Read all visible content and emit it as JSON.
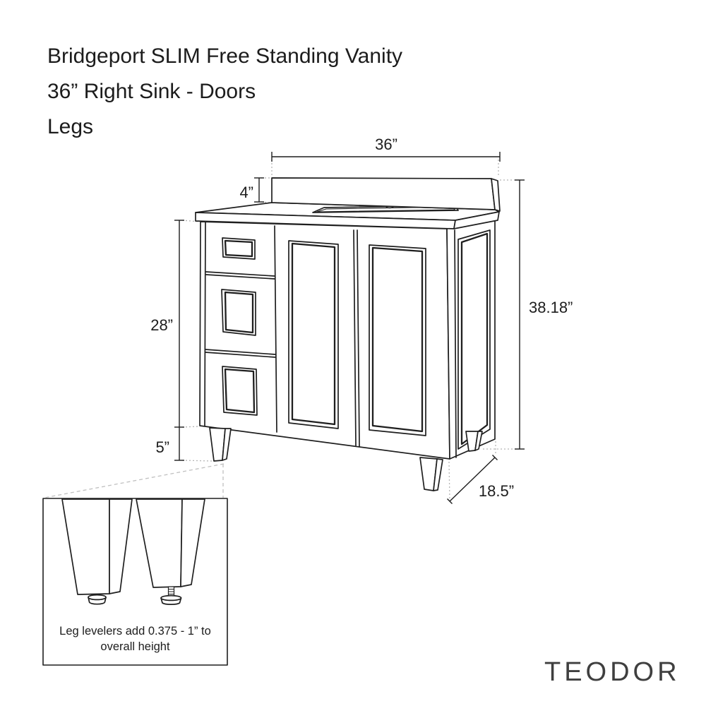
{
  "title": {
    "lines": [
      "Bridgeport SLIM Free Standing Vanity",
      "36” Right Sink - Doors",
      "Legs"
    ]
  },
  "dimensions": {
    "top_width": "36”",
    "backsplash_height": "4”",
    "cabinet_height": "28”",
    "leg_height": "5”",
    "overall_height": "38.18”",
    "depth": "18.5”"
  },
  "inset": {
    "note_line1": "Leg levelers add 0.375 - 1” to",
    "note_line2": "overall height"
  },
  "brand": "TEODOR",
  "colors": {
    "line": "#1f1f1f",
    "dashed_guide": "#b5b5b5",
    "background": "#ffffff",
    "brand_text": "#3f3f3f"
  }
}
